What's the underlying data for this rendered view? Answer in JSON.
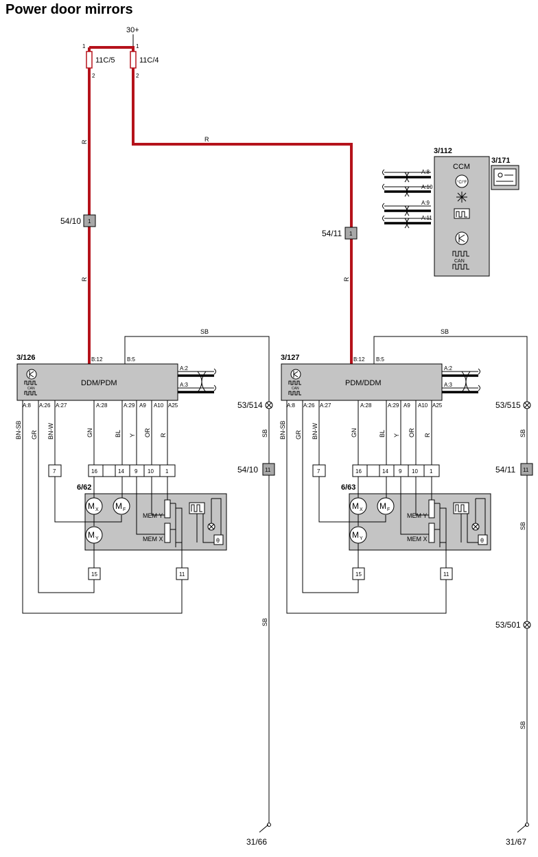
{
  "title": "Power door mirrors",
  "supply": "30+",
  "fuses": [
    {
      "label": "11C/5",
      "pin_in": "1",
      "pin_out": "2"
    },
    {
      "label": "11C/4",
      "pin_in": "1",
      "pin_out": "2"
    }
  ],
  "wire_colors": {
    "red": "R",
    "ground": "SB",
    "bn_sb": "BN-SB",
    "gr": "GR",
    "bn_w": "BN-W",
    "gn": "GN",
    "bl": "BL",
    "y": "Y",
    "or": "OR"
  },
  "connectors": {
    "c5410": {
      "label": "54/10",
      "pin": "1"
    },
    "c5411": {
      "label": "54/11",
      "pin": "1"
    },
    "c5410_gnd": {
      "label": "54/10",
      "pin": "11"
    },
    "c5411_gnd": {
      "label": "54/11",
      "pin": "11"
    }
  },
  "splices": [
    "53/514",
    "53/515",
    "53/501"
  ],
  "grounds": [
    "31/66",
    "31/67"
  ],
  "ccm": {
    "id": "3/112",
    "name": "CCM",
    "pins": [
      "A:8",
      "A:10",
      "A:9",
      "A:11"
    ],
    "temp_label": "°C/°F",
    "can_label": "CAN",
    "sensor_id": "3/171"
  },
  "modules": [
    {
      "id": "3/126",
      "name": "DDM/PDM",
      "top_pins": [
        "B:12",
        "B:5"
      ],
      "side_pins": [
        "A:2",
        "A:3"
      ],
      "bottom_pins": [
        "A:8",
        "A:26",
        "A:27",
        "A:28",
        "A:29",
        "A9",
        "A10",
        "A25"
      ],
      "can_label": "CAN"
    },
    {
      "id": "3/127",
      "name": "PDM/DDM",
      "top_pins": [
        "B:12",
        "B:5"
      ],
      "side_pins": [
        "A:2",
        "A:3"
      ],
      "bottom_pins": [
        "A:8",
        "A:26",
        "A:27",
        "A:28",
        "A:29",
        "A9",
        "A10",
        "A25"
      ],
      "can_label": "CAN"
    }
  ],
  "mirrors": [
    {
      "id": "6/62",
      "terminals": [
        "7",
        "16",
        "14",
        "9",
        "10",
        "1"
      ],
      "lower_terminals": [
        "15",
        "11"
      ]
    },
    {
      "id": "6/63",
      "terminals": [
        "7",
        "16",
        "14",
        "9",
        "10",
        "1"
      ],
      "lower_terminals": [
        "15",
        "11"
      ]
    }
  ],
  "mirror_parts": {
    "motor_x": "M",
    "motor_x_sub": "X",
    "motor_f": "M",
    "motor_f_sub": "F",
    "motor_y": "M",
    "motor_y_sub": "Y",
    "mem_y": "MEM Y",
    "mem_x": "MEM X",
    "theta": "θ"
  }
}
